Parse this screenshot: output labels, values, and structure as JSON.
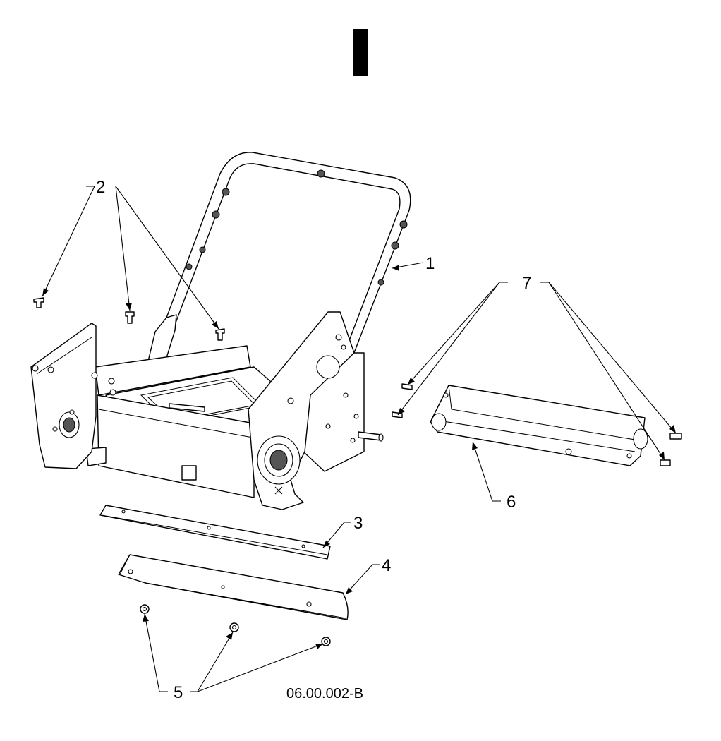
{
  "section_tab": "",
  "callouts": {
    "c1": "1",
    "c2": "2",
    "c3": "3",
    "c4": "4",
    "c5": "5",
    "c6": "6",
    "c7": "7"
  },
  "drawing_code": "06.00.002-B",
  "colors": {
    "ink": "#000000",
    "paper": "#ffffff",
    "tab": "#000000"
  }
}
